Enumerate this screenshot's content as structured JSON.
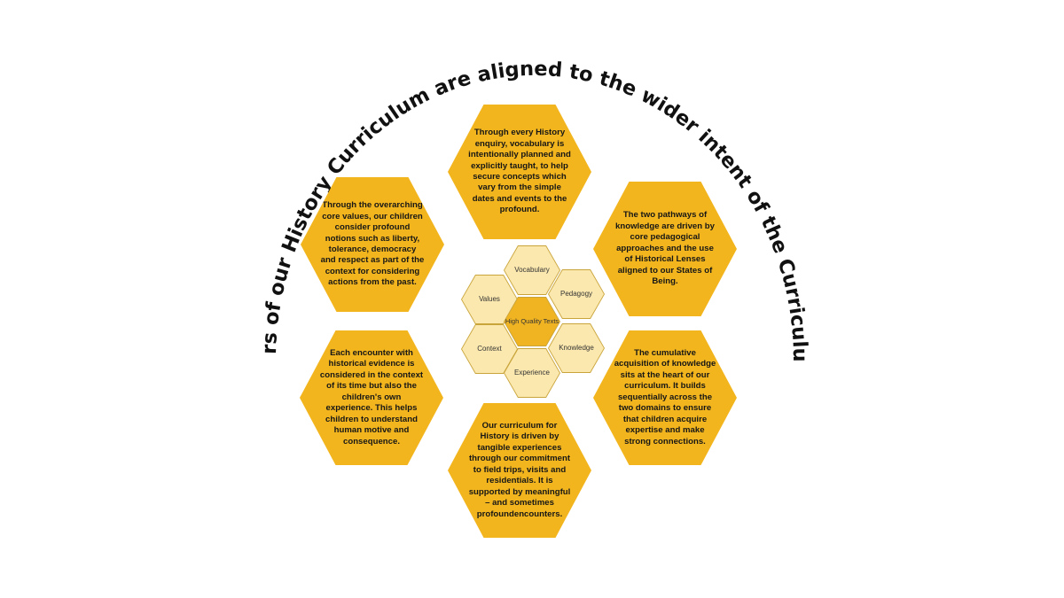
{
  "title": "The drivers of our History Curriculum are aligned to the wider intent of the Curriculum Pillars",
  "colors": {
    "hex_fill": "#f2b51e",
    "small_fill": "#fbe8ae",
    "center_fill": "#f0b422",
    "title_text": "#111111"
  },
  "pillars": {
    "vocabulary": "Through every History enquiry, vocabulary is intentionally planned and explicitly taught, to help secure concepts which vary from the simple dates and events to the profound.",
    "pedagogy": "The two pathways of knowledge are driven by core pedagogical approaches and the use of Historical Lenses aligned to our States of Being.",
    "knowledge": "The cumulative acquisition of knowledge sits at the heart of our curriculum. It builds sequentially across the two domains to ensure that children acquire expertise and make strong connections.",
    "experience": "Our curriculum for History is driven by tangible experiences through our commitment to field trips, visits and residentials. It is supported by meaningful – and sometimes profoundencounters.",
    "context": "Each encounter with historical evidence is considered in the context of its time but also the children's own experience. This helps children to understand human motive and consequence.",
    "values": "Through the overarching core values, our children consider profound notions such as liberty, tolerance, democracy and respect as part of the context for considering actions from the past."
  },
  "core": {
    "center": "High Quality Texts",
    "vocabulary": "Vocabulary",
    "pedagogy": "Pedagogy",
    "knowledge": "Knowledge",
    "experience": "Experience",
    "context": "Context",
    "values": "Values"
  }
}
